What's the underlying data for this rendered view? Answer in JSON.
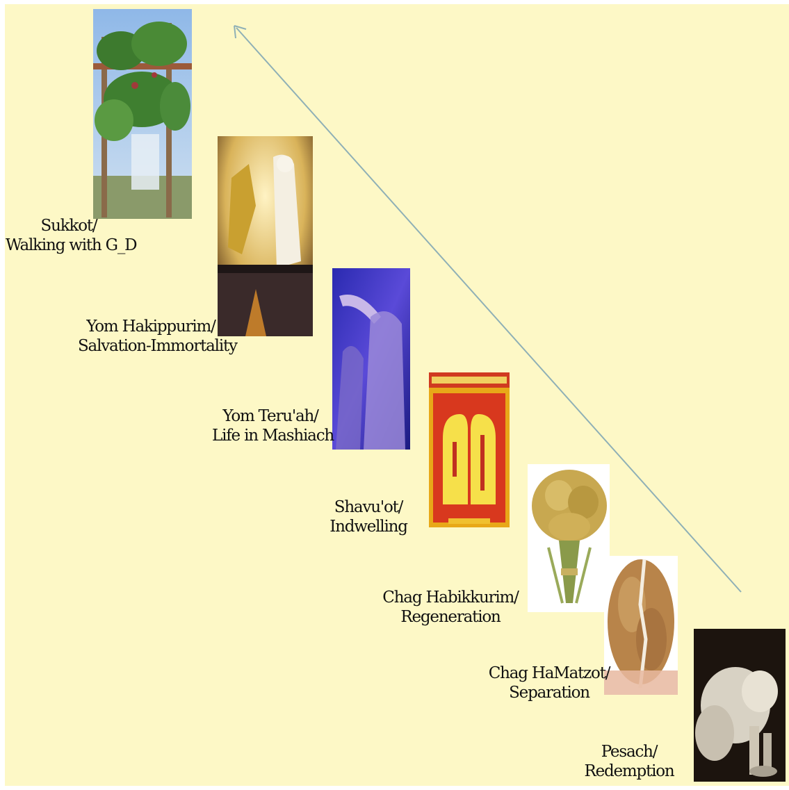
{
  "background": "#fdf8c6",
  "arrow_color": "#8fb0b6",
  "feasts": [
    {
      "name": "Sukkot/",
      "meaning": "Walking with G_D",
      "image_icon": "sukkah-booth-icon"
    },
    {
      "name": "Yom Hakippurim/",
      "meaning": "Salvation-Immortality",
      "image_icon": "high-priest-altar-icon"
    },
    {
      "name": "Yom Teru'ah/",
      "meaning": "Life in Mashiach",
      "image_icon": "shofar-blower-icon"
    },
    {
      "name": "Shavu'ot/",
      "meaning": "Indwelling",
      "image_icon": "torah-tablets-icon"
    },
    {
      "name": "Chag Habikkurim/",
      "meaning": "Regeneration",
      "image_icon": "wheat-sheaf-icon"
    },
    {
      "name": "Chag HaMatzot/",
      "meaning": "Separation",
      "image_icon": "matzah-bread-icon"
    },
    {
      "name": "Pesach/",
      "meaning": "Redemption",
      "image_icon": "lamb-icon"
    }
  ]
}
